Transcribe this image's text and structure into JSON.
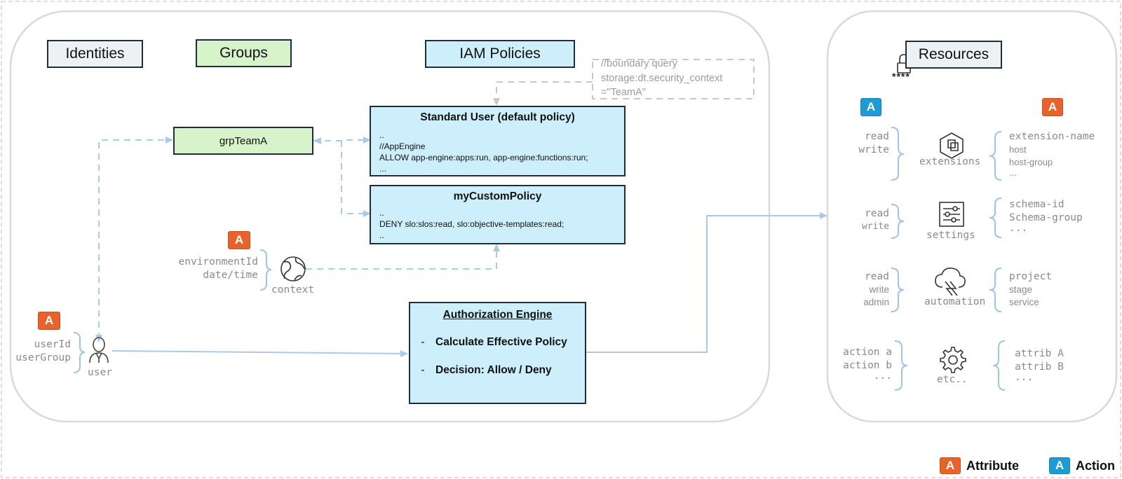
{
  "headers": {
    "identities": "Identities",
    "groups": "Groups",
    "iam_policies": "IAM Policies",
    "resources": "Resources"
  },
  "boundary_query": [
    "//boundary query",
    "storage:dt.security_context",
    "=\"TeamA\""
  ],
  "group": "grpTeamA",
  "policy_standard": {
    "title": "Standard User (default policy)",
    "lines": [
      "..",
      "//AppEngine",
      "ALLOW app-engine:apps:run, app-engine:functions:run;",
      "..."
    ]
  },
  "policy_custom": {
    "title": "myCustomPolicy",
    "lines": [
      "..",
      "DENY slo:slos:read, slo:objective-templates:read;",
      ".."
    ]
  },
  "context": {
    "badge": "A",
    "attrs": [
      "environmentId",
      "date/time"
    ],
    "label": "context"
  },
  "user": {
    "badge": "A",
    "attrs": [
      "userId",
      "userGroup"
    ],
    "label": "user"
  },
  "auth_engine": {
    "title": "Authorization Engine",
    "items": [
      "Calculate Effective Policy",
      "Decision: Allow / Deny"
    ],
    "bullet": "-"
  },
  "resources": {
    "lock_mask": "****",
    "action_badge": "A",
    "attribute_badge": "A",
    "rows": [
      {
        "actions": [
          "read",
          "write"
        ],
        "name": "extensions",
        "attributes": [
          "extension-name",
          "host",
          "host-group",
          "..."
        ]
      },
      {
        "actions": [
          "read",
          "write"
        ],
        "name": "settings",
        "attributes": [
          "schema-id",
          "Schema-group",
          "..."
        ]
      },
      {
        "actions": [
          "read",
          "write",
          "admin"
        ],
        "name": "automation",
        "attributes": [
          "project",
          "stage",
          "service"
        ]
      },
      {
        "actions": [
          "action a",
          "action b",
          "..."
        ],
        "name": "etc..",
        "attributes": [
          "attrib A",
          "attrib B",
          "..."
        ]
      }
    ]
  },
  "legend": {
    "attribute": {
      "badge": "A",
      "label": "Attribute"
    },
    "action": {
      "badge": "A",
      "label": "Action"
    }
  },
  "colors": {
    "attribute_badge": "#e8632b",
    "action_badge": "#1f9bd4",
    "policy_fill": "#cdeefb",
    "group_fill": "#d7f3c9",
    "identity_fill": "#eef1f3",
    "connector": "#a9cbe8"
  }
}
